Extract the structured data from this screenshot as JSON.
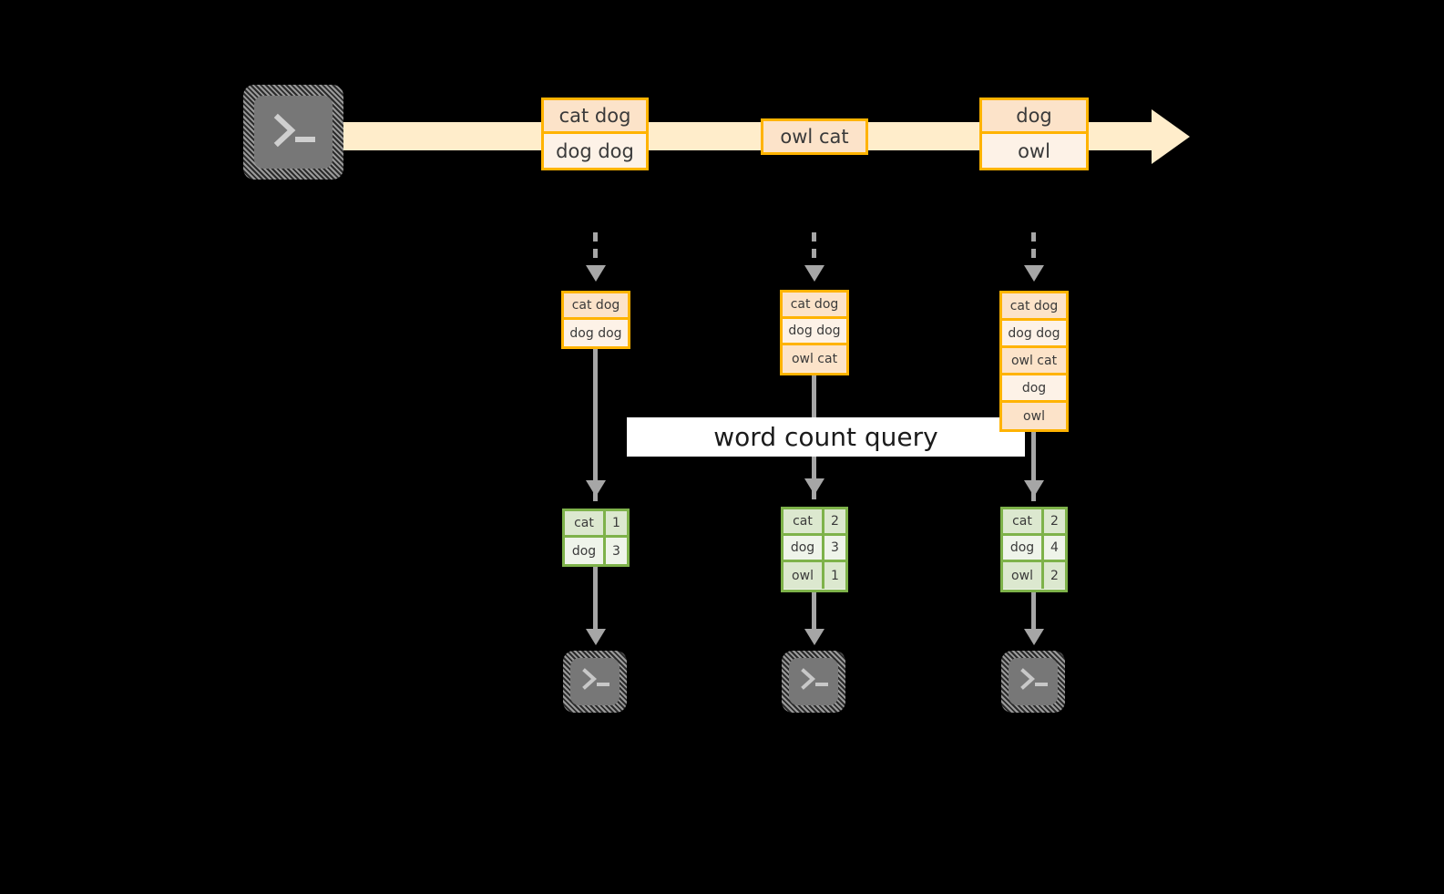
{
  "diagram": {
    "title": "word count query",
    "colors": {
      "stream_band": "#FFEDCB",
      "record_border": "#FFB300",
      "record_fill_dark": "#FCE3C9",
      "record_fill_light": "#FDF2E7",
      "table_border": "#7EB24A",
      "table_fill_dark": "#DCE8CF",
      "table_fill_light": "#EFF4EA",
      "connector": "#A6A6A6",
      "terminal_body": "#777777",
      "background": "#000000",
      "label_bg": "#FFFFFF"
    }
  },
  "source": {
    "icon": "terminal-icon",
    "prompt": ">_"
  },
  "stream": {
    "direction": "left-to-right",
    "groups": [
      {
        "rows": [
          "cat dog",
          "dog dog"
        ]
      },
      {
        "rows": [
          "owl cat"
        ]
      },
      {
        "rows": [
          "dog",
          "owl"
        ]
      }
    ]
  },
  "query_label": {
    "text": "word count query"
  },
  "columns": [
    {
      "input_rows": [
        "cat dog",
        "dog dog"
      ],
      "result": {
        "rows": [
          {
            "word": "cat",
            "count": "1"
          },
          {
            "word": "dog",
            "count": "3"
          }
        ]
      },
      "sink": {
        "icon": "terminal-icon",
        "prompt": ">_"
      }
    },
    {
      "input_rows": [
        "cat dog",
        "dog dog",
        "owl cat"
      ],
      "result": {
        "rows": [
          {
            "word": "cat",
            "count": "2"
          },
          {
            "word": "dog",
            "count": "3"
          },
          {
            "word": "owl",
            "count": "1"
          }
        ]
      },
      "sink": {
        "icon": "terminal-icon",
        "prompt": ">_"
      }
    },
    {
      "input_rows": [
        "cat dog",
        "dog dog",
        "owl cat",
        "dog",
        "owl"
      ],
      "result": {
        "rows": [
          {
            "word": "cat",
            "count": "2"
          },
          {
            "word": "dog",
            "count": "4"
          },
          {
            "word": "owl",
            "count": "2"
          }
        ]
      },
      "sink": {
        "icon": "terminal-icon",
        "prompt": ">_"
      }
    }
  ]
}
